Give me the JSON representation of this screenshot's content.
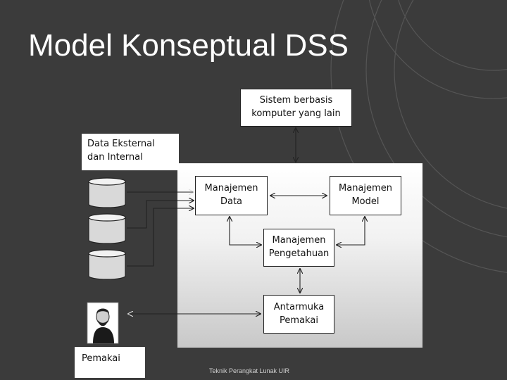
{
  "title": "Model Konseptual DSS",
  "boxes": {
    "sistem": "Sistem berbasis\nkomputer yang lain",
    "data_eksternal": "Data Eksternal\ndan Internal",
    "manajemen_data": "Manajemen\nData",
    "manajemen_model": "Manajemen\nModel",
    "manajemen_pengetahuan": "Manajemen\nPengetahuan",
    "antarmuka": "Antarmuka\nPemakai",
    "pemakai": "Pemakai"
  },
  "footer": "Teknik Perangkat Lunak UIR",
  "colors": {
    "background": "#3b3b3b",
    "title": "#ffffff"
  },
  "icons": [
    "database-icon",
    "user-portrait-icon"
  ]
}
